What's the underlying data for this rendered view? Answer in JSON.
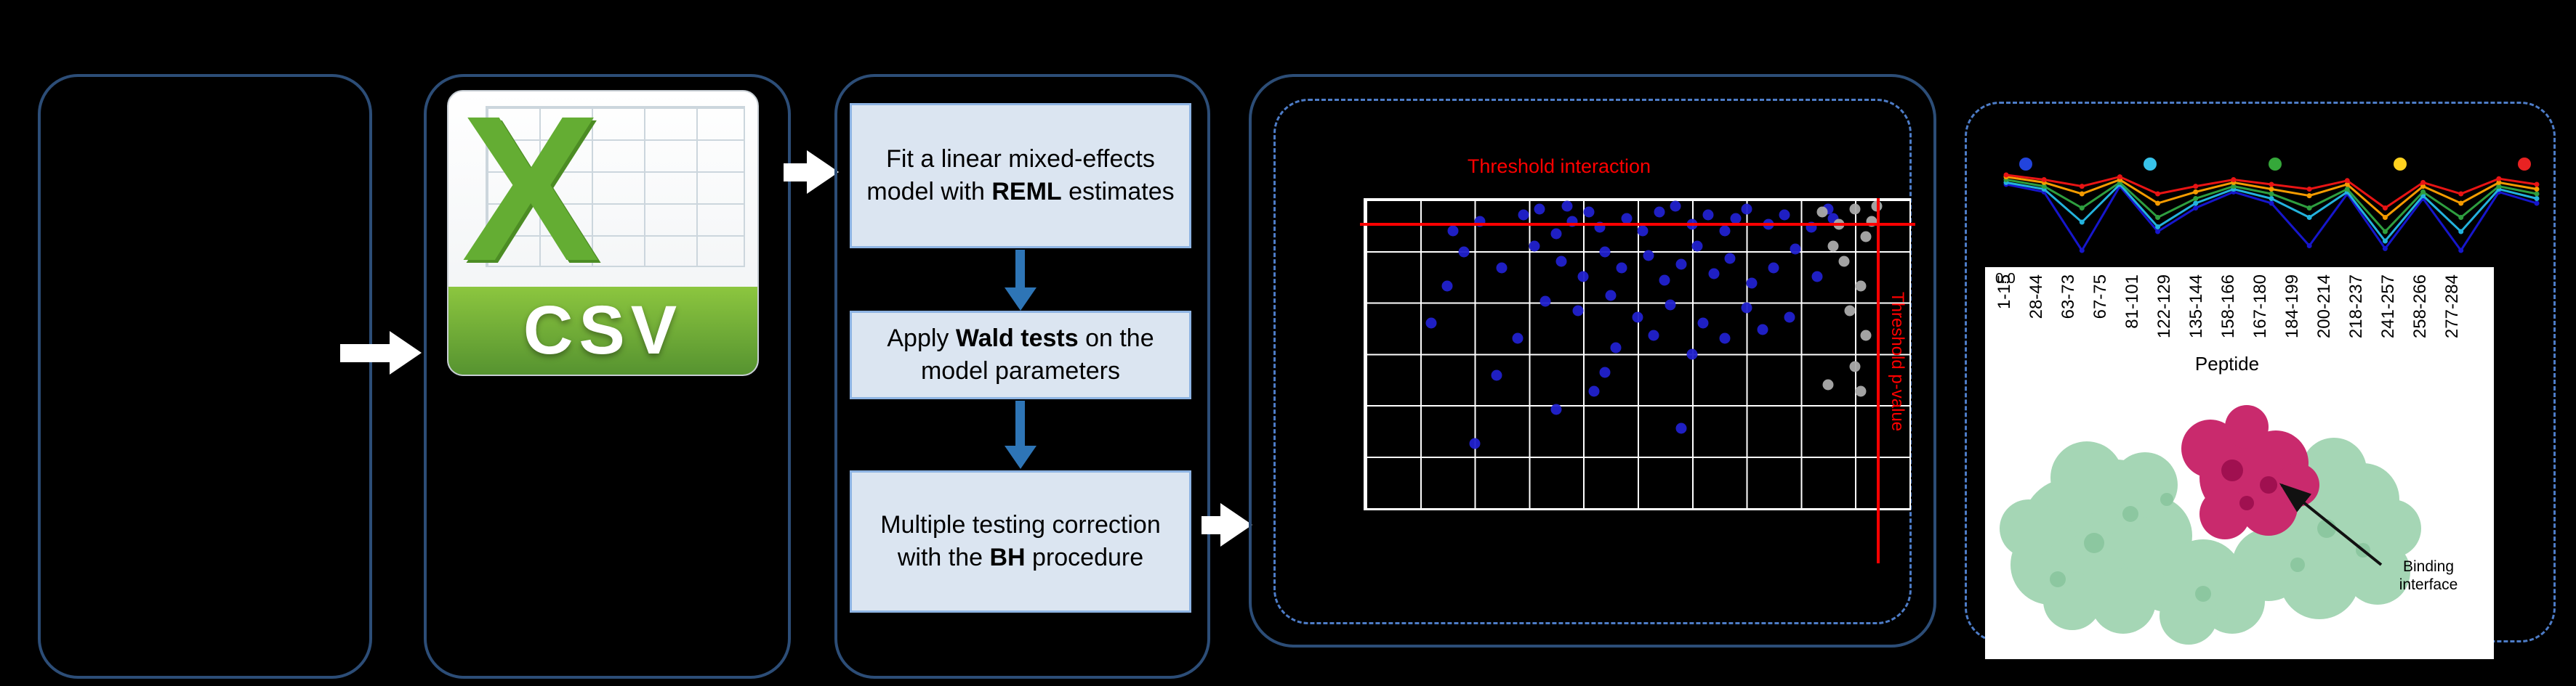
{
  "figure": {
    "background": "#000000",
    "panel_border_color": "#2c4d77",
    "dashed_border_color": "#4d7cc7"
  },
  "csv_icon": {
    "letter": "X",
    "label": "CSV"
  },
  "flowchart": {
    "box1": {
      "pre": "Fit a linear mixed-effects model with ",
      "bold": "REML",
      "post": " estimates"
    },
    "box2": {
      "pre": "Apply ",
      "bold": "Wald tests",
      "post": " on the model parameters"
    },
    "box3": {
      "pre": "Multiple testing correction with the ",
      "bold": "BH",
      "post": " procedure"
    }
  },
  "volcano": {
    "title": "Threshold interaction",
    "side_label": "Threshold p-value",
    "accent_color": "#ff0000",
    "h_threshold_pct": 7.5,
    "v_threshold_pct": 94.0,
    "point_colors": {
      "blue": "#2121cd",
      "gray": "#ababab"
    },
    "points_blue": [
      [
        16,
        10
      ],
      [
        21,
        7
      ],
      [
        29,
        5
      ],
      [
        32,
        3
      ],
      [
        35,
        11
      ],
      [
        38,
        7
      ],
      [
        41,
        4
      ],
      [
        43,
        9
      ],
      [
        48,
        6
      ],
      [
        51,
        10
      ],
      [
        54,
        4
      ],
      [
        57,
        2
      ],
      [
        60,
        8
      ],
      [
        63,
        5
      ],
      [
        66,
        10
      ],
      [
        68,
        6
      ],
      [
        70,
        3
      ],
      [
        74,
        8
      ],
      [
        77,
        5
      ],
      [
        82,
        9
      ],
      [
        86,
        6
      ],
      [
        18,
        17
      ],
      [
        25,
        22
      ],
      [
        31,
        15
      ],
      [
        36,
        20
      ],
      [
        40,
        25
      ],
      [
        44,
        17
      ],
      [
        47,
        22
      ],
      [
        52,
        18
      ],
      [
        55,
        26
      ],
      [
        58,
        21
      ],
      [
        61,
        15
      ],
      [
        64,
        24
      ],
      [
        67,
        19
      ],
      [
        71,
        27
      ],
      [
        75,
        22
      ],
      [
        79,
        16
      ],
      [
        83,
        25
      ],
      [
        33,
        33
      ],
      [
        39,
        36
      ],
      [
        45,
        31
      ],
      [
        50,
        38
      ],
      [
        56,
        34
      ],
      [
        62,
        40
      ],
      [
        28,
        45
      ],
      [
        46,
        48
      ],
      [
        53,
        44
      ],
      [
        60,
        50
      ],
      [
        24,
        57
      ],
      [
        42,
        62
      ],
      [
        35,
        68
      ],
      [
        58,
        74
      ],
      [
        20,
        79
      ],
      [
        70,
        35
      ],
      [
        73,
        42
      ],
      [
        78,
        38
      ],
      [
        15,
        28
      ],
      [
        12,
        40
      ],
      [
        85,
        3
      ],
      [
        37,
        2
      ],
      [
        44,
        56
      ],
      [
        66,
        45
      ]
    ],
    "points_gray": [
      [
        84,
        4
      ],
      [
        87,
        8
      ],
      [
        90,
        3
      ],
      [
        92,
        12
      ],
      [
        88,
        20
      ],
      [
        91,
        28
      ],
      [
        89,
        36
      ],
      [
        92,
        44
      ],
      [
        90,
        54
      ],
      [
        86,
        15
      ],
      [
        93,
        7
      ],
      [
        85,
        60
      ],
      [
        94,
        2
      ],
      [
        91,
        62
      ]
    ]
  },
  "peptide": {
    "tick_label": "0.0",
    "axis_label": "Peptide",
    "categories": [
      "1-15",
      "28-44",
      "63-73",
      "67-75",
      "81-101",
      "122-129",
      "135-144",
      "158-166",
      "167-180",
      "184-199",
      "200-214",
      "218-237",
      "241-257",
      "258-266",
      "277-284"
    ],
    "marker_dots": [
      {
        "name": "blue",
        "color": "#2244dd",
        "x_pct": 6
      },
      {
        "name": "cyan",
        "color": "#38c3ea",
        "x_pct": 28
      },
      {
        "name": "green",
        "color": "#35a83a",
        "x_pct": 50
      },
      {
        "name": "yellow",
        "color": "#ffd21f",
        "x_pct": 72
      },
      {
        "name": "red",
        "color": "#e92222",
        "x_pct": 94
      }
    ],
    "series": [
      {
        "name": "blue",
        "color": "#1616cc",
        "values": [
          0.8,
          0.72,
          0.1,
          0.78,
          0.3,
          0.55,
          0.72,
          0.6,
          0.15,
          0.7,
          0.12,
          0.65,
          0.1,
          0.72,
          0.6
        ]
      },
      {
        "name": "cyan",
        "color": "#23b2dd",
        "values": [
          0.82,
          0.75,
          0.4,
          0.8,
          0.35,
          0.6,
          0.75,
          0.65,
          0.45,
          0.72,
          0.2,
          0.68,
          0.3,
          0.75,
          0.65
        ]
      },
      {
        "name": "green",
        "color": "#2e9e3f",
        "values": [
          0.85,
          0.78,
          0.55,
          0.82,
          0.45,
          0.65,
          0.78,
          0.7,
          0.55,
          0.75,
          0.3,
          0.72,
          0.45,
          0.78,
          0.7
        ]
      },
      {
        "name": "orange",
        "color": "#f59b00",
        "values": [
          0.88,
          0.82,
          0.7,
          0.85,
          0.6,
          0.72,
          0.82,
          0.75,
          0.68,
          0.8,
          0.45,
          0.78,
          0.6,
          0.82,
          0.75
        ]
      },
      {
        "name": "red",
        "color": "#e81414",
        "values": [
          0.9,
          0.85,
          0.78,
          0.88,
          0.7,
          0.78,
          0.85,
          0.8,
          0.75,
          0.84,
          0.55,
          0.82,
          0.7,
          0.86,
          0.8
        ]
      }
    ],
    "annotation": "Binding interface"
  }
}
